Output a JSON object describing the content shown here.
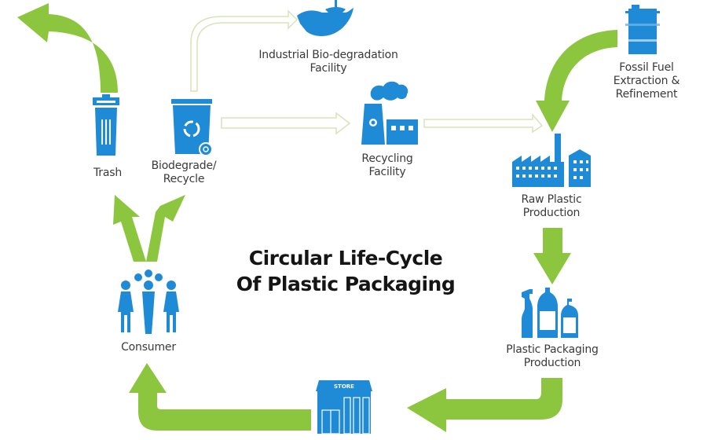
{
  "diagram": {
    "title_line1": "Circular Life-Cycle",
    "title_line2": "Of Plastic Packaging",
    "colors": {
      "icon_blue": "#1f8ad6",
      "arrow_green": "#8cc63f",
      "outline_arrow": "#d8e3b8",
      "text": "#3a3a3a"
    },
    "nodes": {
      "trash": {
        "label": "Trash",
        "icon": "trash-can-icon"
      },
      "biodegrade": {
        "label_line1": "Biodegrade/",
        "label_line2": "Recycle",
        "icon": "recycle-bin-icon"
      },
      "industrial": {
        "label_line1": "Industrial Bio-degradation",
        "label_line2": "Facility",
        "icon": "hand-plant-icon"
      },
      "recycling": {
        "label_line1": "Recycling",
        "label_line2": "Facility",
        "icon": "factory-smoke-icon"
      },
      "fossil": {
        "label_line1": "Fossil Fuel",
        "label_line2": "Extraction &",
        "label_line3": "Refinement",
        "icon": "oil-barrel-icon"
      },
      "raw": {
        "label_line1": "Raw Plastic",
        "label_line2": "Production",
        "icon": "factory-icon"
      },
      "packaging": {
        "label_line1": "Plastic Packaging",
        "label_line2": "Production",
        "icon": "bottles-icon"
      },
      "store": {
        "label": "STORE",
        "icon": "store-icon"
      },
      "consumer": {
        "label": "Consumer",
        "icon": "people-group-icon"
      }
    },
    "flows": [
      {
        "from": "Fossil Fuel Extraction & Refinement",
        "to": "Raw Plastic Production",
        "style": "solid"
      },
      {
        "from": "Raw Plastic Production",
        "to": "Plastic Packaging Production",
        "style": "solid"
      },
      {
        "from": "Plastic Packaging Production",
        "to": "Store",
        "style": "solid"
      },
      {
        "from": "Store",
        "to": "Consumer",
        "style": "solid"
      },
      {
        "from": "Consumer",
        "to": "Trash",
        "style": "solid"
      },
      {
        "from": "Consumer",
        "to": "Biodegrade/Recycle",
        "style": "solid"
      },
      {
        "from": "Trash",
        "to": "out",
        "style": "solid"
      },
      {
        "from": "Biodegrade/Recycle",
        "to": "Industrial Bio-degradation Facility",
        "style": "outline"
      },
      {
        "from": "Biodegrade/Recycle",
        "to": "Recycling Facility",
        "style": "outline"
      },
      {
        "from": "Recycling Facility",
        "to": "Raw Plastic Production",
        "style": "outline"
      }
    ]
  }
}
